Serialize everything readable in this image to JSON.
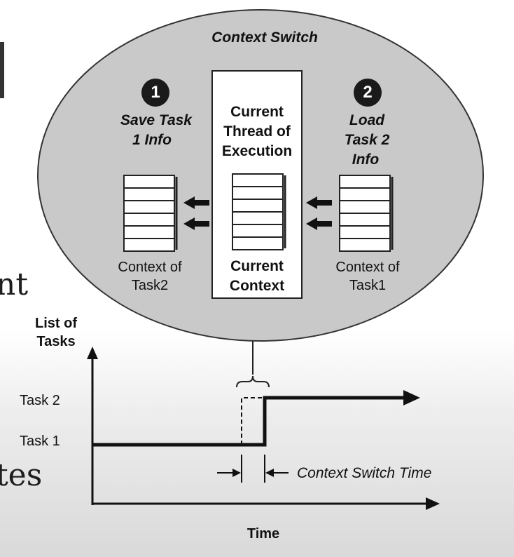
{
  "diagram": {
    "title": "Context Switch",
    "step1": {
      "number": "1",
      "line1": "Save Task",
      "line2": "1 Info"
    },
    "step2": {
      "number": "2",
      "line1": "Load",
      "line2": "Task 2",
      "line3": "Info"
    },
    "center_box": {
      "title_line1": "Current",
      "title_line2": "Thread of",
      "title_line3": "Execution",
      "label_line1": "Current",
      "label_line2": "Context"
    },
    "left_stack": {
      "line1": "Context of",
      "line2": "Task2"
    },
    "right_stack": {
      "line1": "Context of",
      "line2": "Task1"
    },
    "timeline": {
      "y_axis_line1": "List of",
      "y_axis_line2": "Tasks",
      "task2_label": "Task 2",
      "task1_label": "Task 1",
      "x_axis_label": "Time",
      "switch_time_label": "Context Switch Time"
    }
  },
  "background_text": {
    "fragment1": "nt",
    "fragment2": "tes"
  },
  "colors": {
    "ellipse_fill": "#c9c9c9",
    "ink": "#111111",
    "stack_fill": "#ffffff"
  }
}
